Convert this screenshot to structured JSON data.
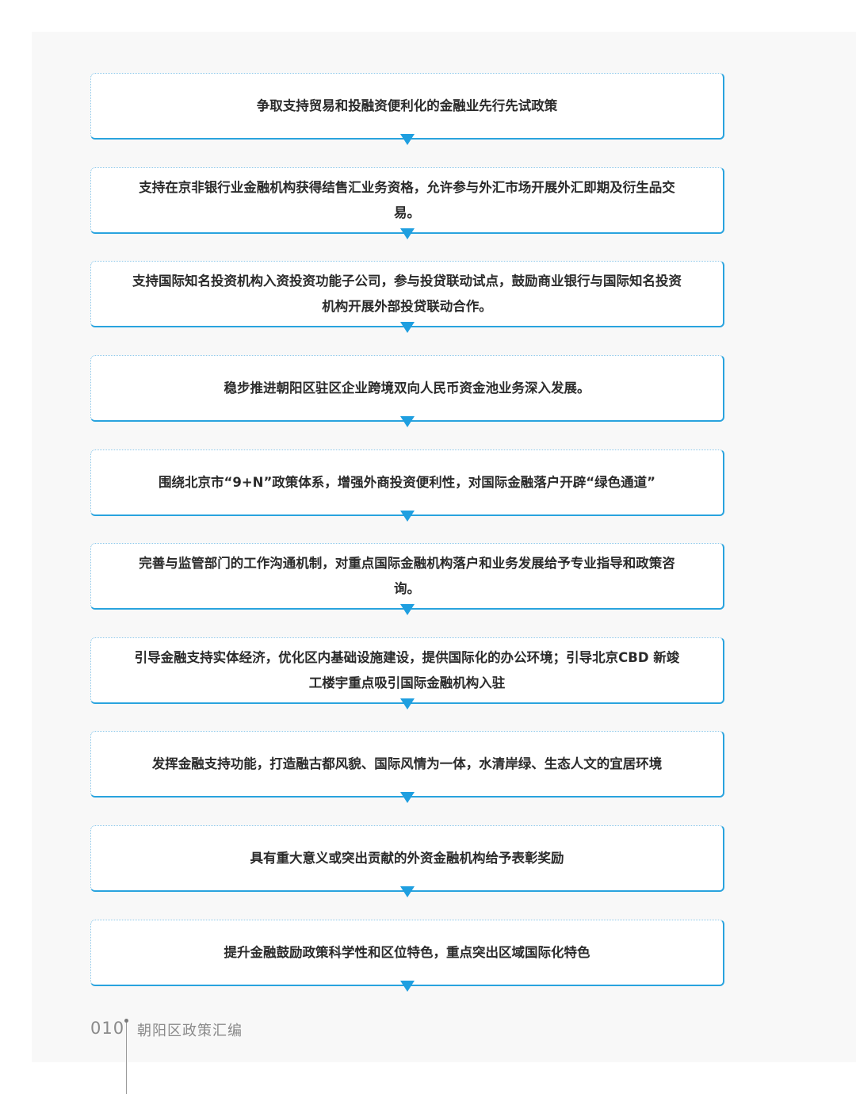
{
  "steps": [
    {
      "text": "争取支持贸易和投融资便利化的金融业先行先试政策"
    },
    {
      "text": "支持在京非银行业金融机构获得结售汇业务资格，允许参与外汇市场开展外汇即期及衍生品交易。"
    },
    {
      "text": "支持国际知名投资机构入资投资功能子公司，参与投贷联动试点，鼓励商业银行与国际知名投资机构开展外部投贷联动合作。"
    },
    {
      "text": "稳步推进朝阳区驻区企业跨境双向人民币资金池业务深入发展。"
    },
    {
      "text": "围绕北京市“9+N”政策体系，增强外商投资便利性，对国际金融落户开辟“绿色通道”"
    },
    {
      "text": "完善与监管部门的工作沟通机制，对重点国际金融机构落户和业务发展给予专业指导和政策咨询。"
    },
    {
      "text": "引导金融支持实体经济，优化区内基础设施建设，提供国际化的办公环境；引导北京CBD 新竣工楼宇重点吸引国际金融机构入驻"
    },
    {
      "text": "发挥金融支持功能，打造融古都风貌、国际风情为一体，水清岸绿、生态人文的宜居环境"
    },
    {
      "text": "具有重大意义或突出贡献的外资金融机构给予表彰奖励"
    },
    {
      "text": "提升金融鼓励政策科学性和区位特色，重点突出区域国际化特色"
    }
  ],
  "footer": {
    "page_number": "010",
    "title": "朝阳区政策汇编"
  },
  "colors": {
    "accent": "#1f9fe0",
    "card_border": "#29a3de",
    "page_background": "#f8f8f8"
  }
}
